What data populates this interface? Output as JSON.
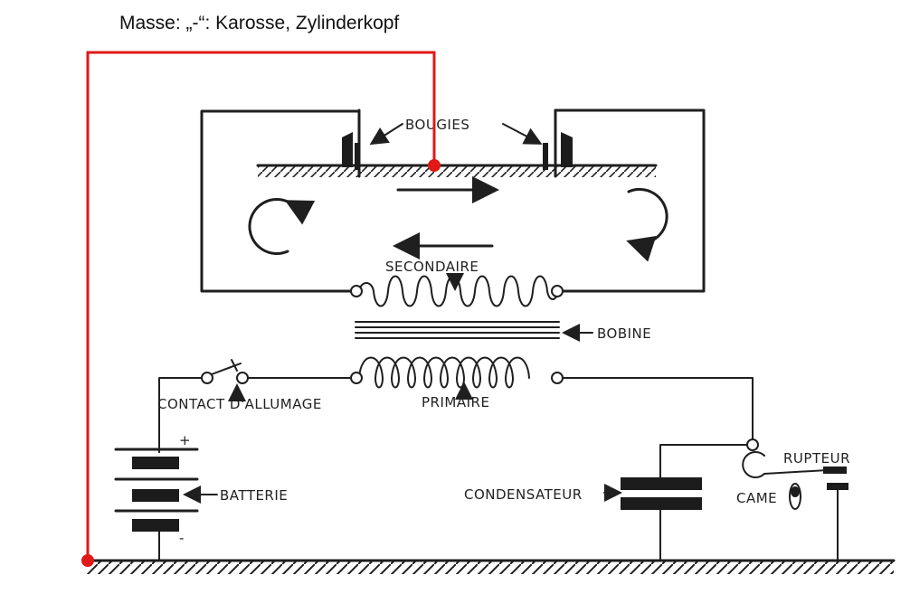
{
  "caption": "Masse: „-“: Karosse, Zylinderkopf",
  "labels": {
    "bougies": "BOUGIES",
    "secondaire": "SECONDAIRE",
    "bobine": "BOBINE",
    "contact": "CONTACT D'ALLUMAGE",
    "primaire": "PRIMAIRE",
    "batterie": "BATTERIE",
    "condensateur": "CONDENSATEUR",
    "rupteur": "RUPTEUR",
    "came": "CAME",
    "plus": "+",
    "minus": "-"
  },
  "colors": {
    "ink": "#1f1f1f",
    "mass_line": "#e01818",
    "background": "#ffffff"
  }
}
